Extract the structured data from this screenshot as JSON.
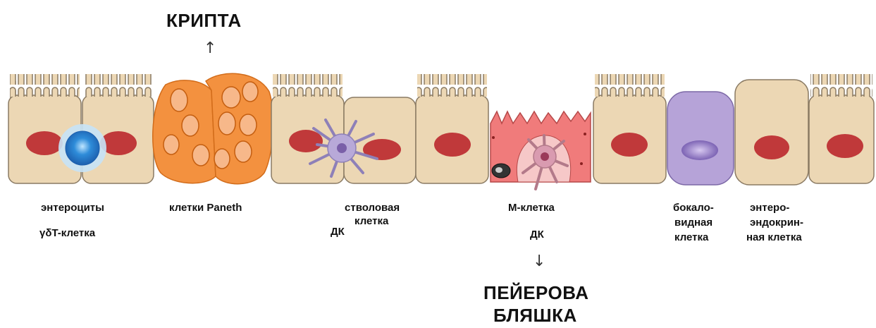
{
  "labels": {
    "crypt": "КРИПТА",
    "arrow_up": "↑",
    "enterocytes": "энтероциты",
    "gd_t_cell": "γδT-клетка",
    "paneth": "клетки Paneth",
    "stem_cell_line1": "стволовая",
    "stem_cell_line2": "клетка",
    "dc_left": "ДК",
    "m_cell": "М-клетка",
    "dc_center": "ДК",
    "arrow_down": "↓",
    "peyer_line1": "ПЕЙЕРОВА",
    "peyer_line2": "БЛЯШКА",
    "goblet_line1": "бокало-",
    "goblet_line2": "видная",
    "goblet_line3": "клетка",
    "entero_line1": "энтеро-",
    "entero_line2": "эндокрин-",
    "entero_line3": "ная клетка"
  },
  "colors": {
    "cell_fill": "#ecd7b4",
    "cell_stroke": "#8a7a63",
    "nucleus": "#c0393a",
    "paneth_fill": "#f3913f",
    "goblet_fill": "#b6a3d8",
    "m_cell_fill": "#f07b7b",
    "t_cell": "#2e8cd9",
    "dc": "#b8a9d8"
  }
}
